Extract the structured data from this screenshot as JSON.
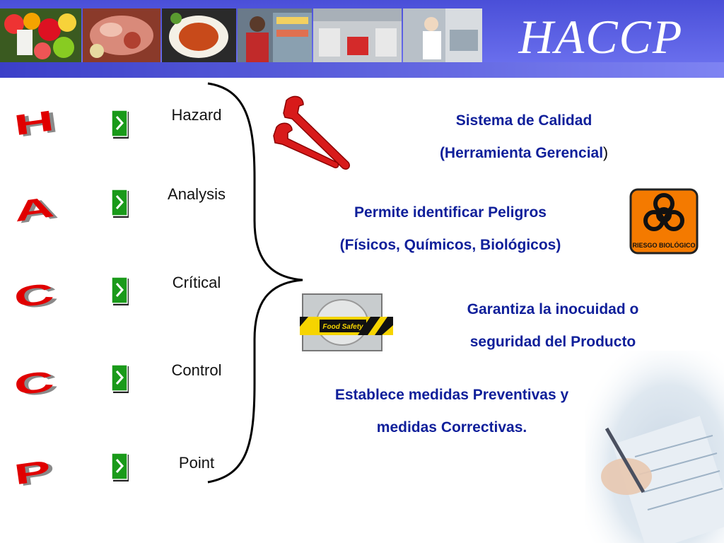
{
  "header": {
    "title": "HACCP"
  },
  "letters": [
    "H",
    "A",
    "C",
    "C",
    "P"
  ],
  "terms": [
    "Hazard",
    "Analysis",
    "Crítical",
    "Control",
    "Point"
  ],
  "descriptions": [
    {
      "line1": "Sistema de Calidad",
      "line2": "(Herramienta Gerencial",
      "line2_suffix": ")"
    },
    {
      "line1": "Permite identificar Peligros",
      "line2": "(Físicos, Químicos, Biológicos)"
    },
    {
      "line1": "Garantiza la inocuidad o",
      "line2": "seguridad del Producto"
    },
    {
      "line1": "Establece medidas Preventivas y",
      "line2": "medidas Correctivas."
    }
  ],
  "food_safety_sign": "Food Safety",
  "biohazard_sign": "RIESGO BIOLÓGICO",
  "colors": {
    "header_blue": "#5a5fe0",
    "text_blue": "#0f1f9a",
    "letter_red": "#e00000",
    "button_green": "#1a9a1a"
  }
}
